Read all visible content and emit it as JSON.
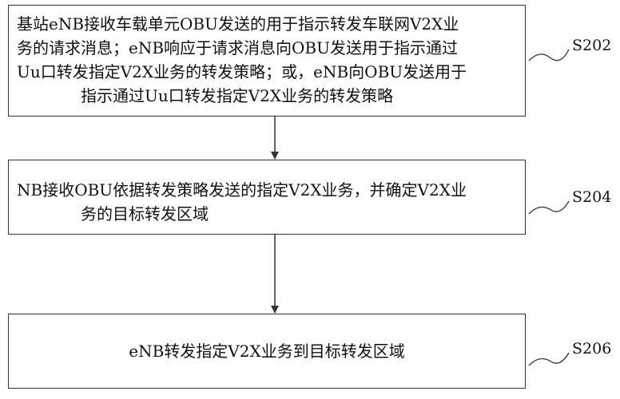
{
  "steps": [
    {
      "id": "S202",
      "lines": [
        "基站eNB接收车载单元OBU发送的用于指示转发车联网V2X业",
        "务的请求消息；eNB响应于请求消息向OBU发送用于指示通过",
        "Uu口转发指定V2X业务的转发策略；或，eNB向OBU发送用于",
        "指示通过Uu口转发指定V2X业务的转发策略"
      ]
    },
    {
      "id": "S204",
      "lines": [
        "NB接收OBU依据转发策略发送的指定V2X业务，并确定V2X业",
        "务的目标转发区域"
      ]
    },
    {
      "id": "S206",
      "lines": [
        "eNB转发指定V2X业务到目标转发区域"
      ]
    }
  ],
  "colors": {
    "border": "#333333",
    "text": "#111111",
    "background": "#ffffff"
  }
}
